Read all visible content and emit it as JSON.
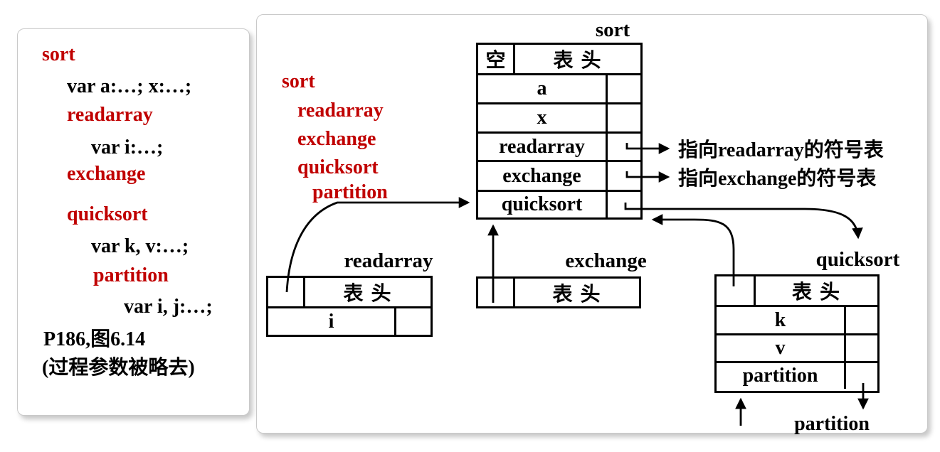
{
  "colors": {
    "accent_red": "#c00000",
    "line_black": "#000000",
    "panel_border": "#c9c9c9"
  },
  "left_panel": {
    "lines": [
      {
        "text": "sort",
        "color": "red"
      },
      {
        "text": "var a:…; x:…;",
        "color": "black"
      },
      {
        "text": "readarray",
        "color": "red"
      },
      {
        "text": "var i:…;",
        "color": "black"
      },
      {
        "text": "exchange",
        "color": "red"
      },
      {
        "text": "quicksort",
        "color": "red"
      },
      {
        "text": "var k, v:…;",
        "color": "black"
      },
      {
        "text": "partition",
        "color": "red"
      },
      {
        "text": "var i, j:…;",
        "color": "black"
      },
      {
        "text": "P186,图6.14",
        "color": "black"
      },
      {
        "text": "(过程参数被略去)",
        "color": "black"
      }
    ]
  },
  "right_panel": {
    "scope_list": {
      "items": [
        "sort",
        "readarray",
        "exchange",
        "quicksort",
        "partition"
      ]
    },
    "tables": {
      "sort": {
        "title": "sort",
        "null_label": "空",
        "header": "表 头",
        "rows": [
          "a",
          "x",
          "readarray",
          "exchange",
          "quicksort"
        ]
      },
      "readarray": {
        "title": "readarray",
        "header": "表 头",
        "rows": [
          "i"
        ]
      },
      "exchange": {
        "title": "exchange",
        "header": "表 头",
        "rows": []
      },
      "quicksort": {
        "title": "quicksort",
        "header": "表 头",
        "rows": [
          "k",
          "v",
          "partition"
        ]
      }
    },
    "annotations": {
      "readarray": "指向readarray的符号表",
      "exchange": "指向exchange的符号表"
    },
    "labels": {
      "partition_bottom": "partition"
    }
  }
}
